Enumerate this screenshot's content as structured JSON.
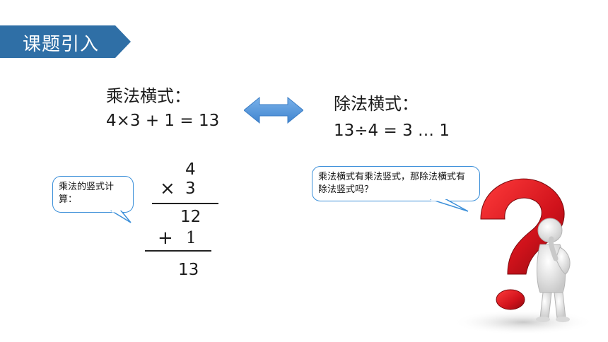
{
  "banner": {
    "title": "课题引入",
    "color": "#2f6fa6"
  },
  "left": {
    "heading": "乘法横式：",
    "equation": "4×3 + 1 = 13",
    "vertical": {
      "top_digit": "4",
      "times_sign": "×",
      "multiplier": "3",
      "product": "12",
      "plus_sign": "+",
      "addend": "1",
      "result": "13"
    },
    "bubble": "乘法的竖式计算："
  },
  "right": {
    "heading": "除法横式：",
    "equation": "13÷4 = 3 … 1",
    "bubble": "乘法横式有乘法竖式，那除法横式有除法竖式吗？"
  },
  "arrow_color": "#4a90d9",
  "bubble_border_color": "#3b8fd9",
  "question_mark_color": "#d0121b",
  "icons": [
    "double-arrow-icon",
    "question-mark-figure-icon"
  ]
}
